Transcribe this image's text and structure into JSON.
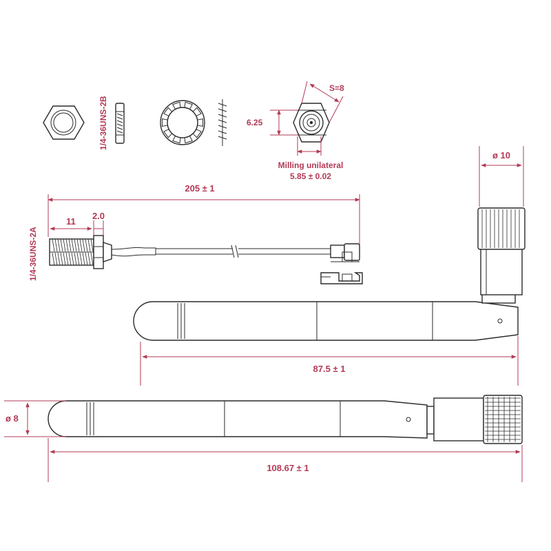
{
  "colors": {
    "dimension": "#b23a55",
    "outline": "#2a2a2a",
    "background": "#ffffff"
  },
  "labels": {
    "thread_nut": "1/4-36UNS-2B",
    "hex_size": "S=8",
    "flat_height": "6.25",
    "milling_line1": "Milling unilateral",
    "milling_line2": "5.85 ± 0.02",
    "cable_length": "205 ± 1",
    "thread_length": "11",
    "flange_width": "2.0",
    "thread_jack": "1/4-36UNS-2A",
    "knurl_diameter": "ø 10",
    "folded_length": "87.5 ± 1",
    "body_diameter": "ø 8",
    "straight_length": "108.67 ± 1"
  }
}
